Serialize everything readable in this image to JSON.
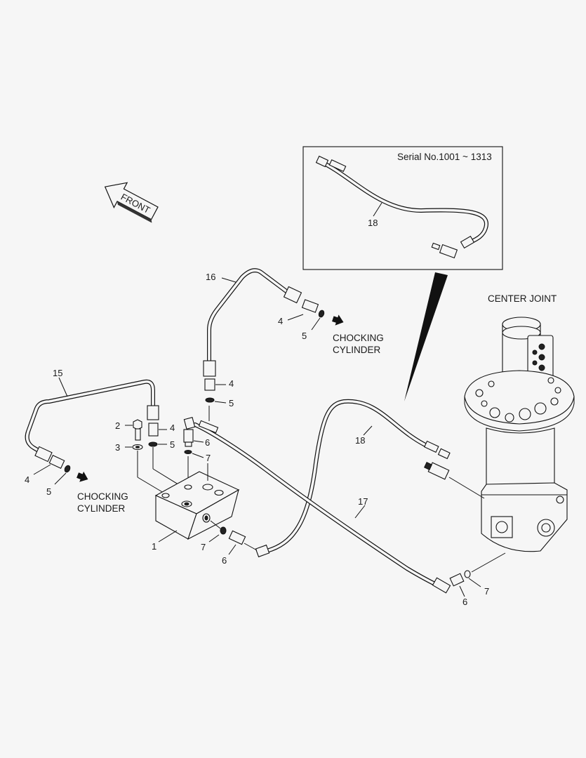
{
  "inset": {
    "serial": "Serial No.1001 ~ 1313"
  },
  "labels": {
    "front": "FRONT",
    "center_joint": "CENTER JOINT",
    "chocking_right_1": "CHOCKING",
    "chocking_right_2": "CYLINDER",
    "chocking_left_1": "CHOCKING",
    "chocking_left_2": "CYLINDER"
  },
  "parts": {
    "p1": "1",
    "p2": "2",
    "p3": "3",
    "p4a": "4",
    "p4b": "4",
    "p4c": "4",
    "p5a": "5",
    "p5b": "5",
    "p5c": "5",
    "p5d": "5",
    "p6a": "6",
    "p6b": "6",
    "p6c": "6",
    "p7a": "7",
    "p7b": "7",
    "p7c": "7",
    "p15": "15",
    "p16": "16",
    "p17": "17",
    "p18a": "18",
    "p18b": "18"
  },
  "colors": {
    "line": "#111111",
    "background": "#f6f6f6",
    "inset_wedge": "#111111"
  }
}
